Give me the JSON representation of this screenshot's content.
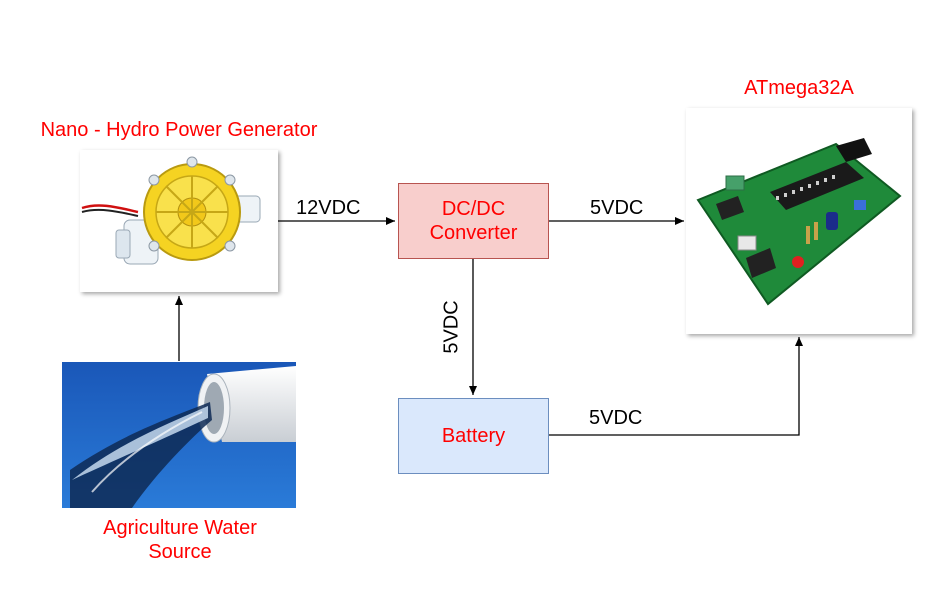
{
  "nodes": {
    "generator": {
      "title": "Nano - Hydro Power Generator",
      "image": "hydro-generator-photo"
    },
    "source": {
      "title": "Agriculture Water Source",
      "image": "water-pipe-photo"
    },
    "converter": {
      "label_line1": "DC/DC",
      "label_line2": "Converter"
    },
    "battery": {
      "label": "Battery"
    },
    "mcu": {
      "title": "ATmega32A",
      "image": "atmega-board-photo"
    }
  },
  "edges": {
    "gen_to_converter": "12VDC",
    "converter_to_mcu": "5VDC",
    "converter_to_battery": "5VDC",
    "battery_to_mcu": "5VDC"
  },
  "colors": {
    "label_text": "#ff0000",
    "converter_fill": "#f8cecc",
    "converter_border": "#b85450",
    "battery_fill": "#dae8fc",
    "battery_border": "#6c8ebf"
  }
}
